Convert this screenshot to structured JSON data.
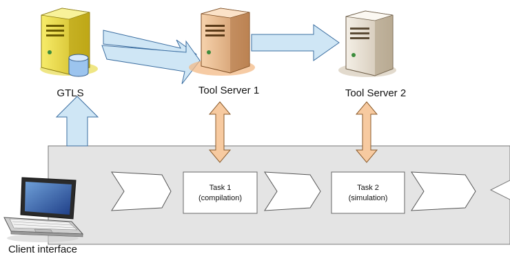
{
  "nodes": {
    "gtls": {
      "label": "GTLS",
      "icon": "database-server-icon"
    },
    "tool_server_1": {
      "label": "Tool Server 1",
      "icon": "server-icon"
    },
    "tool_server_2": {
      "label": "Tool Server 2",
      "icon": "server-icon"
    },
    "client": {
      "label": "Client interface",
      "icon": "laptop-icon"
    }
  },
  "tasks": [
    {
      "line1": "Task 1",
      "line2": "(compilation)"
    },
    {
      "line1": "Task 2",
      "line2": "(simulation)"
    }
  ],
  "colors": {
    "flow_band": "#e4e4e4",
    "flow_arrow": "#cfe6f5",
    "bidirectional_arrow": "#f7caa0",
    "gtls_server": "#f0e040",
    "tool_server_1": "#f3c8a0",
    "tool_server_2": "#eee6d8"
  }
}
